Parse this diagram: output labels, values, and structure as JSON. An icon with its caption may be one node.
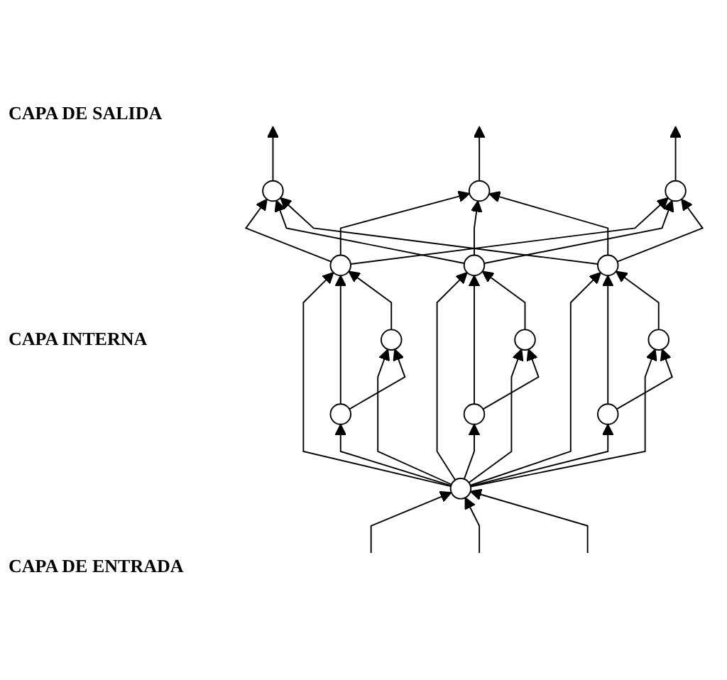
{
  "diagram": {
    "nodes": [
      {
        "text": [],
        "shape": "circle"
      },
      {
        "text": [],
        "shape": "circle"
      },
      {
        "text": [],
        "shape": "circle"
      },
      {
        "text": [],
        "shape": "circle"
      },
      {
        "text": [],
        "shape": "circle"
      },
      {
        "text": [],
        "shape": "circle"
      },
      {
        "text": [],
        "shape": "circle"
      },
      {
        "text": [],
        "shape": "circle"
      },
      {
        "text": [],
        "shape": "circle"
      },
      {
        "text": [],
        "shape": "circle"
      },
      {
        "text": [],
        "shape": "circle"
      },
      {
        "text": [],
        "shape": "circle"
      },
      {
        "text": [],
        "shape": "circle"
      }
    ],
    "edges": [
      {
        "from": null,
        "to": 12,
        "arrow": "to"
      },
      {
        "from": null,
        "to": 12,
        "arrow": "to"
      },
      {
        "from": null,
        "to": 12,
        "arrow": "to"
      },
      {
        "from": 12,
        "to": 3,
        "arrow": "to"
      },
      {
        "from": 12,
        "to": 4,
        "arrow": "to"
      },
      {
        "from": 12,
        "to": 5,
        "arrow": "to"
      },
      {
        "from": 12,
        "to": 6,
        "arrow": "to"
      },
      {
        "from": 12,
        "to": 7,
        "arrow": "to"
      },
      {
        "from": 12,
        "to": 8,
        "arrow": "to"
      },
      {
        "from": 12,
        "to": 9,
        "arrow": "to"
      },
      {
        "from": 12,
        "to": 10,
        "arrow": "to"
      },
      {
        "from": 12,
        "to": 11,
        "arrow": "to"
      },
      {
        "from": 3,
        "to": 4,
        "arrow": "to"
      },
      {
        "from": 3,
        "to": 5,
        "arrow": "to"
      },
      {
        "from": 4,
        "to": 5,
        "arrow": "to"
      },
      {
        "from": 6,
        "to": 7,
        "arrow": "to"
      },
      {
        "from": 6,
        "to": 8,
        "arrow": "to"
      },
      {
        "from": 7,
        "to": 8,
        "arrow": "to"
      },
      {
        "from": 9,
        "to": 10,
        "arrow": "to"
      },
      {
        "from": 9,
        "to": 11,
        "arrow": "to"
      },
      {
        "from": 10,
        "to": 11,
        "arrow": "to"
      },
      {
        "from": 5,
        "to": 0,
        "arrow": "to"
      },
      {
        "from": 5,
        "to": 1,
        "arrow": "to"
      },
      {
        "from": 5,
        "to": 2,
        "arrow": "to"
      },
      {
        "from": 8,
        "to": 0,
        "arrow": "to"
      },
      {
        "from": 8,
        "to": 1,
        "arrow": "to"
      },
      {
        "from": 8,
        "to": 2,
        "arrow": "to"
      },
      {
        "from": 11,
        "to": 0,
        "arrow": "to"
      },
      {
        "from": 11,
        "to": 1,
        "arrow": "to"
      },
      {
        "from": 11,
        "to": 2,
        "arrow": "to"
      },
      {
        "from": 0,
        "to": null,
        "arrow": "to"
      },
      {
        "from": 1,
        "to": null,
        "arrow": "to"
      },
      {
        "from": 2,
        "to": null,
        "arrow": "to"
      }
    ],
    "labels": [
      "CAPA DE SALIDA",
      "CAPA INTERNA",
      "CAPA DE ENTRADA"
    ]
  }
}
